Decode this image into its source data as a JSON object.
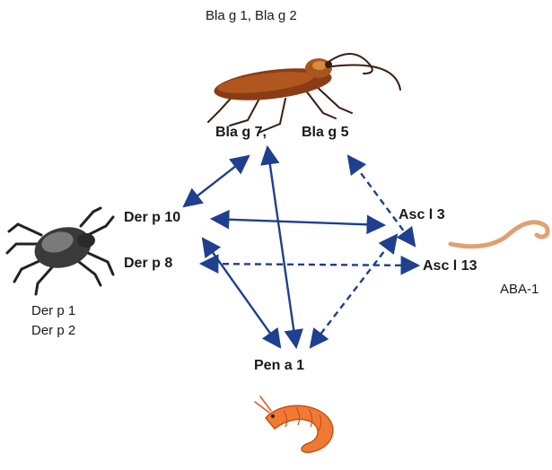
{
  "species": {
    "cockroach": {
      "caption": "Bla g 1, Bla g 2",
      "icon": "cockroach-icon"
    },
    "mite": {
      "caption_line1": "Der p 1",
      "caption_line2": "Der p 2",
      "icon": "dust-mite-icon"
    },
    "worm": {
      "caption": "ABA-1",
      "icon": "roundworm-icon"
    },
    "shrimp": {
      "icon": "shrimp-icon"
    }
  },
  "nodes": {
    "bla_g_7": "Bla g 7,",
    "bla_g_5": "Bla g 5",
    "der_p_10": "Der p 10",
    "der_p_8": "Der p 8",
    "asc_l_3": "Asc l 3",
    "asc_l_13": "Asc l 13",
    "pen_a_1": "Pen a 1"
  },
  "links": [
    {
      "from": "Bla g 7",
      "to": "Der p 10",
      "style": "solid"
    },
    {
      "from": "Bla g 7",
      "to": "Pen a 1",
      "style": "solid"
    },
    {
      "from": "Bla g 5",
      "to": "Asc l 13",
      "style": "dashed"
    },
    {
      "from": "Der p 10",
      "to": "Asc l 3",
      "style": "solid"
    },
    {
      "from": "Der p 10",
      "to": "Pen a 1",
      "style": "solid"
    },
    {
      "from": "Der p 8",
      "to": "Asc l 13",
      "style": "dashed"
    },
    {
      "from": "Asc l 3",
      "to": "Pen a 1",
      "style": "dashed"
    }
  ],
  "colors": {
    "arrow": "#1f3f8f",
    "text": "#1a1a1a"
  }
}
